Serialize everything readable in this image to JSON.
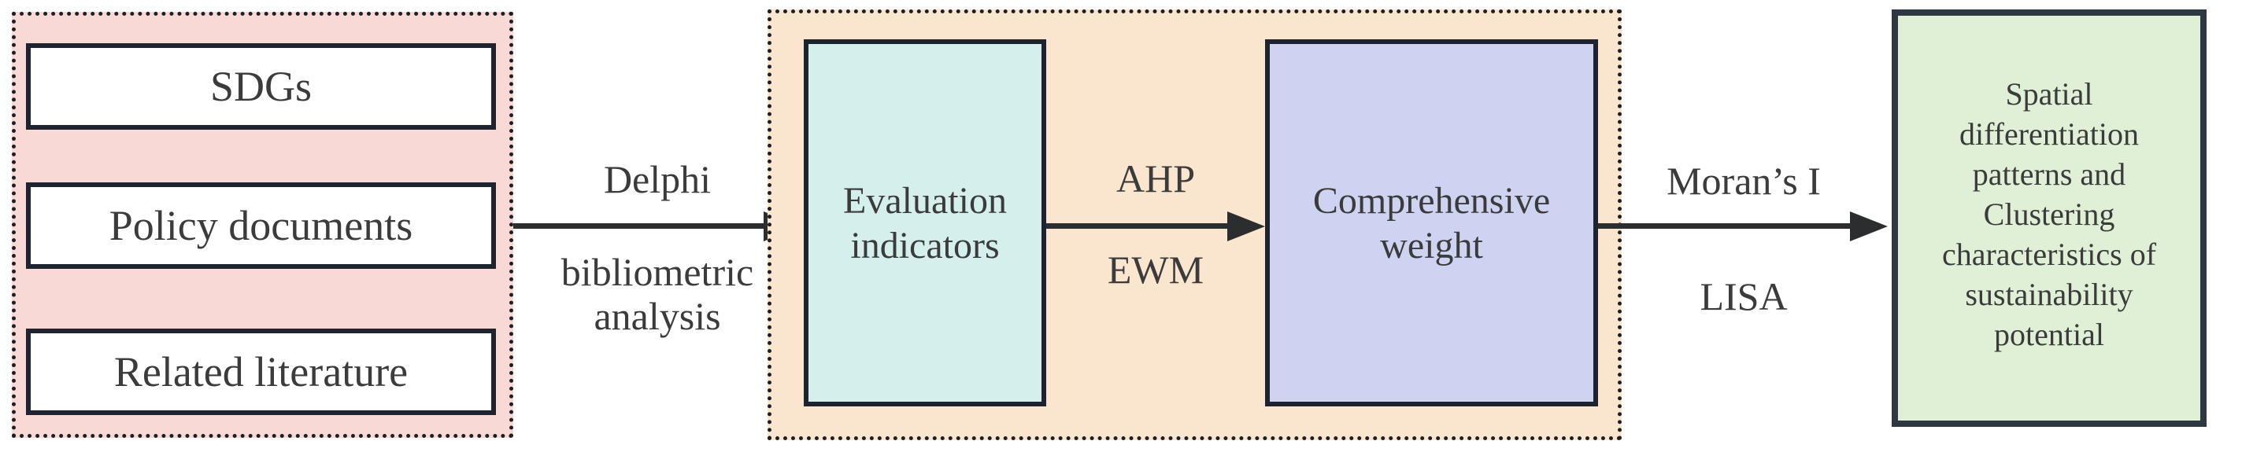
{
  "colors": {
    "sources_group_bg": "#f8d9d5",
    "methods_group_bg": "#fae5cf",
    "evaluation_node_bg": "#d5efec",
    "weight_node_bg": "#ced3f2",
    "output_node_bg": "#dff0d6",
    "white_node_bg": "#ffffff",
    "node_border": "#1d2430",
    "output_node_border": "#2d3842",
    "dotted_border": "#1f1f23",
    "arrow": "#2b2d2e",
    "text": "#3b3b3b"
  },
  "nodes": {
    "sdgs": "SDGs",
    "policy_documents": "Policy documents",
    "related_literature": "Related literature",
    "evaluation_indicators": "Evaluation\nindicators",
    "comprehensive_weight": "Comprehensive\nweight",
    "output": "Spatial\ndifferentiation\npatterns and\nClustering\ncharacteristics of\nsustainability\npotential"
  },
  "arrows": {
    "sources_to_indicators": {
      "top_label": "Delphi",
      "bottom_label": "bibliometric\nanalysis"
    },
    "indicators_to_weight": {
      "top_label": "AHP",
      "bottom_label": "EWM"
    },
    "weight_to_output": {
      "top_label": "Moran’s I",
      "bottom_label": "LISA"
    }
  }
}
